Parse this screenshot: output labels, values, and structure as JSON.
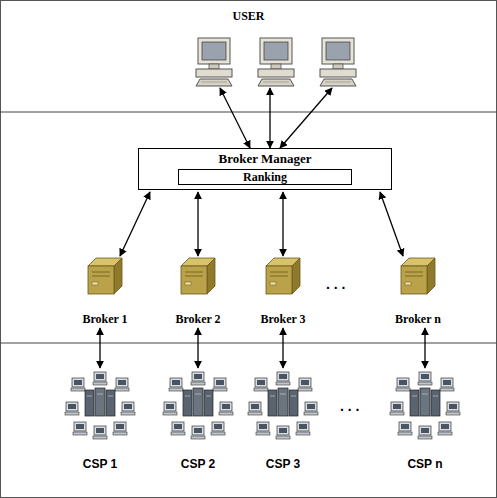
{
  "diagram": {
    "nodes": [
      {
        "text": [
          "USER"
        ]
      },
      {
        "text": [
          "Broker Manager"
        ]
      },
      {
        "text": [
          "Ranking"
        ],
        "in": 1
      },
      {
        "text": [
          "Broker 1"
        ]
      },
      {
        "text": [
          "Broker 2"
        ]
      },
      {
        "text": [
          "Broker 3"
        ]
      },
      {
        "text": [
          "Broker n"
        ]
      },
      {
        "text": [
          "CSP 1"
        ]
      },
      {
        "text": [
          "CSP 2"
        ]
      },
      {
        "text": [
          "CSP 3"
        ]
      },
      {
        "text": [
          "CSP n"
        ]
      }
    ],
    "edges": [
      {
        "from": 0,
        "to": 1,
        "arrow": "both"
      },
      {
        "from": 0,
        "to": 1,
        "arrow": "both"
      },
      {
        "from": 0,
        "to": 1,
        "arrow": "both"
      },
      {
        "from": 1,
        "to": 3,
        "arrow": "both"
      },
      {
        "from": 1,
        "to": 4,
        "arrow": "both"
      },
      {
        "from": 1,
        "to": 5,
        "arrow": "both"
      },
      {
        "from": 1,
        "to": 6,
        "arrow": "both"
      },
      {
        "from": 3,
        "to": 7,
        "arrow": "both"
      },
      {
        "from": 4,
        "to": 8,
        "arrow": "both"
      },
      {
        "from": 5,
        "to": 9,
        "arrow": "both"
      },
      {
        "from": 6,
        "to": 10,
        "arrow": "both"
      }
    ],
    "labels": [
      ". . .",
      ". . ."
    ]
  }
}
